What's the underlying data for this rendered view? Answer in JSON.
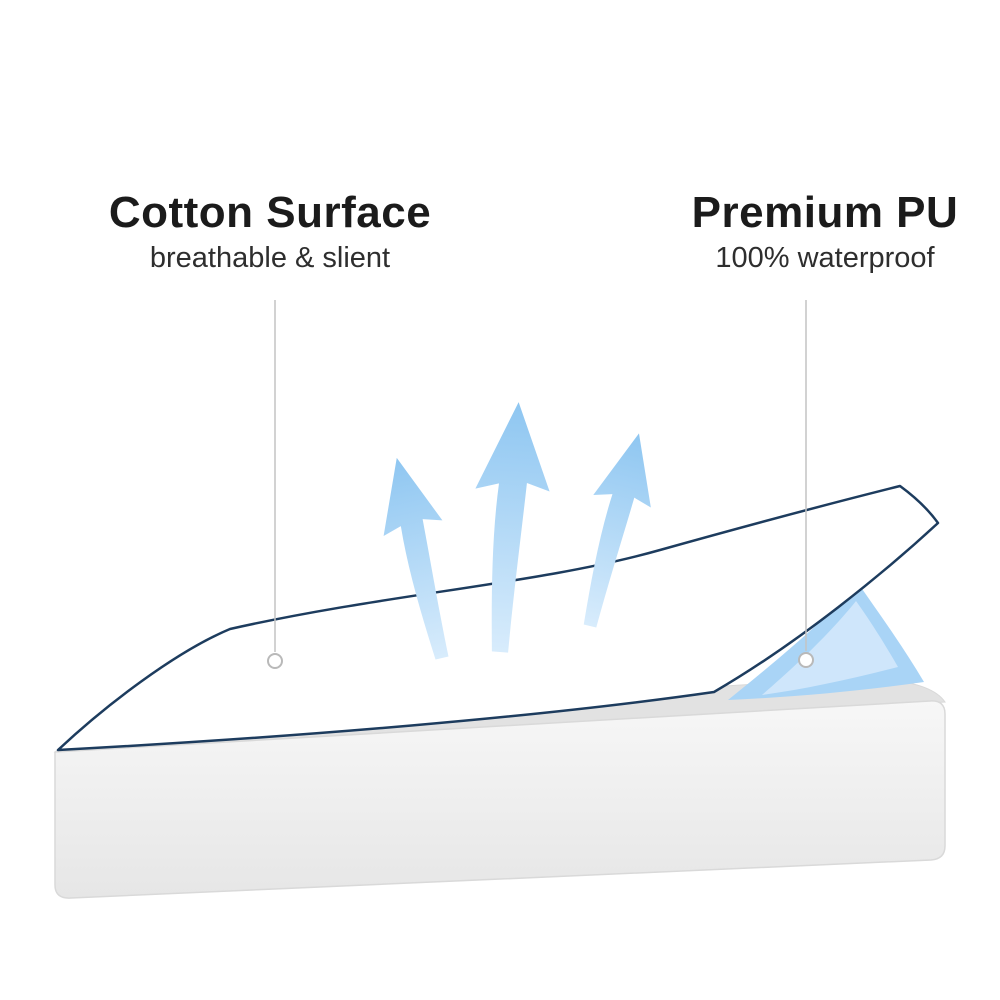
{
  "figure": {
    "type": "mattress-protector-infographic",
    "background": "#ffffff"
  },
  "annotations": {
    "cotton": {
      "title": "Cotton Surface",
      "subtitle": "breathable & slient"
    },
    "premium": {
      "title": "Premium PU",
      "subtitle": "100% waterproof"
    }
  },
  "colors": {
    "title_text": "#1b1b1b",
    "subtitle_text": "#2e2e2e",
    "leader_line": "#c4c4c4",
    "anchor_dot_fill": "#ffffff",
    "anchor_dot_stroke": "#b9b9b9",
    "sheet_fill": "#ffffff",
    "sheet_outline": "#1d3c5e",
    "arrow_tail_blue": "#d8ecfc",
    "arrow_head_blue": "#8ec6f1",
    "pu_layer_blue": "#a9d4f6",
    "pu_layer_blue_light": "#cfe6fb",
    "mattress_top": "#e2e2e2",
    "mattress_front_top": "#f7f7f7",
    "mattress_front_bottom": "#e6e6e6",
    "mattress_edge": "#d9d9d9"
  }
}
